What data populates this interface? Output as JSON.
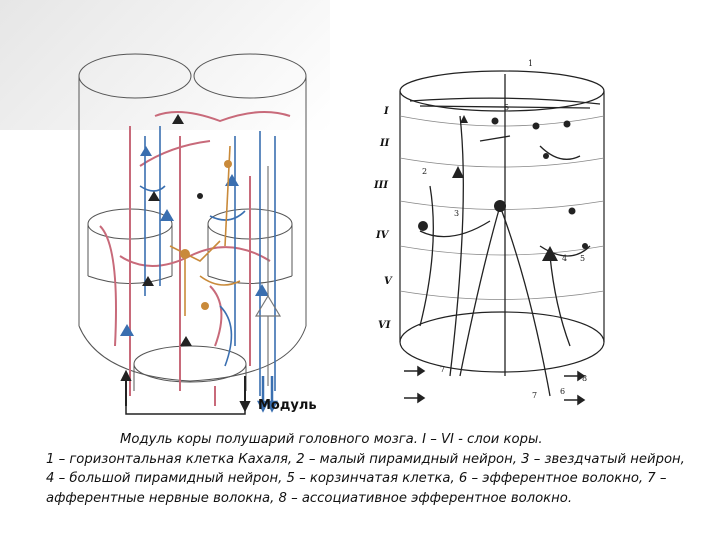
{
  "left_figure": {
    "label": "Модуль"
  },
  "right_figure": {
    "layers": [
      "I",
      "II",
      "III",
      "IV",
      "V",
      "VI"
    ],
    "numbers": {
      "n1": "1",
      "n2": "2",
      "n3": "3",
      "n4": "4",
      "n5a": "5",
      "n5b": "5",
      "n6": "6",
      "n7a": "7",
      "n7b": "7",
      "n8": "8"
    }
  },
  "caption": {
    "title": "Модуль коры полушарий головного мозга. I – VI - слои коры.",
    "body": "1 – горизонтальная клетка Кахаля, 2 – малый пирамидный нейрон, 3 – звездчатый нейрон, 4 – большой пирамидный нейрон, 5 – корзинчатая клетка, 6 – эфферентное волокно, 7 – афферентные нервные волокна, 8 – ассоциативное эфферентное волокно."
  },
  "colors": {
    "pink": "#c86a7a",
    "blue": "#3a6fb0",
    "orange": "#c98a3a",
    "dark": "#222222"
  }
}
